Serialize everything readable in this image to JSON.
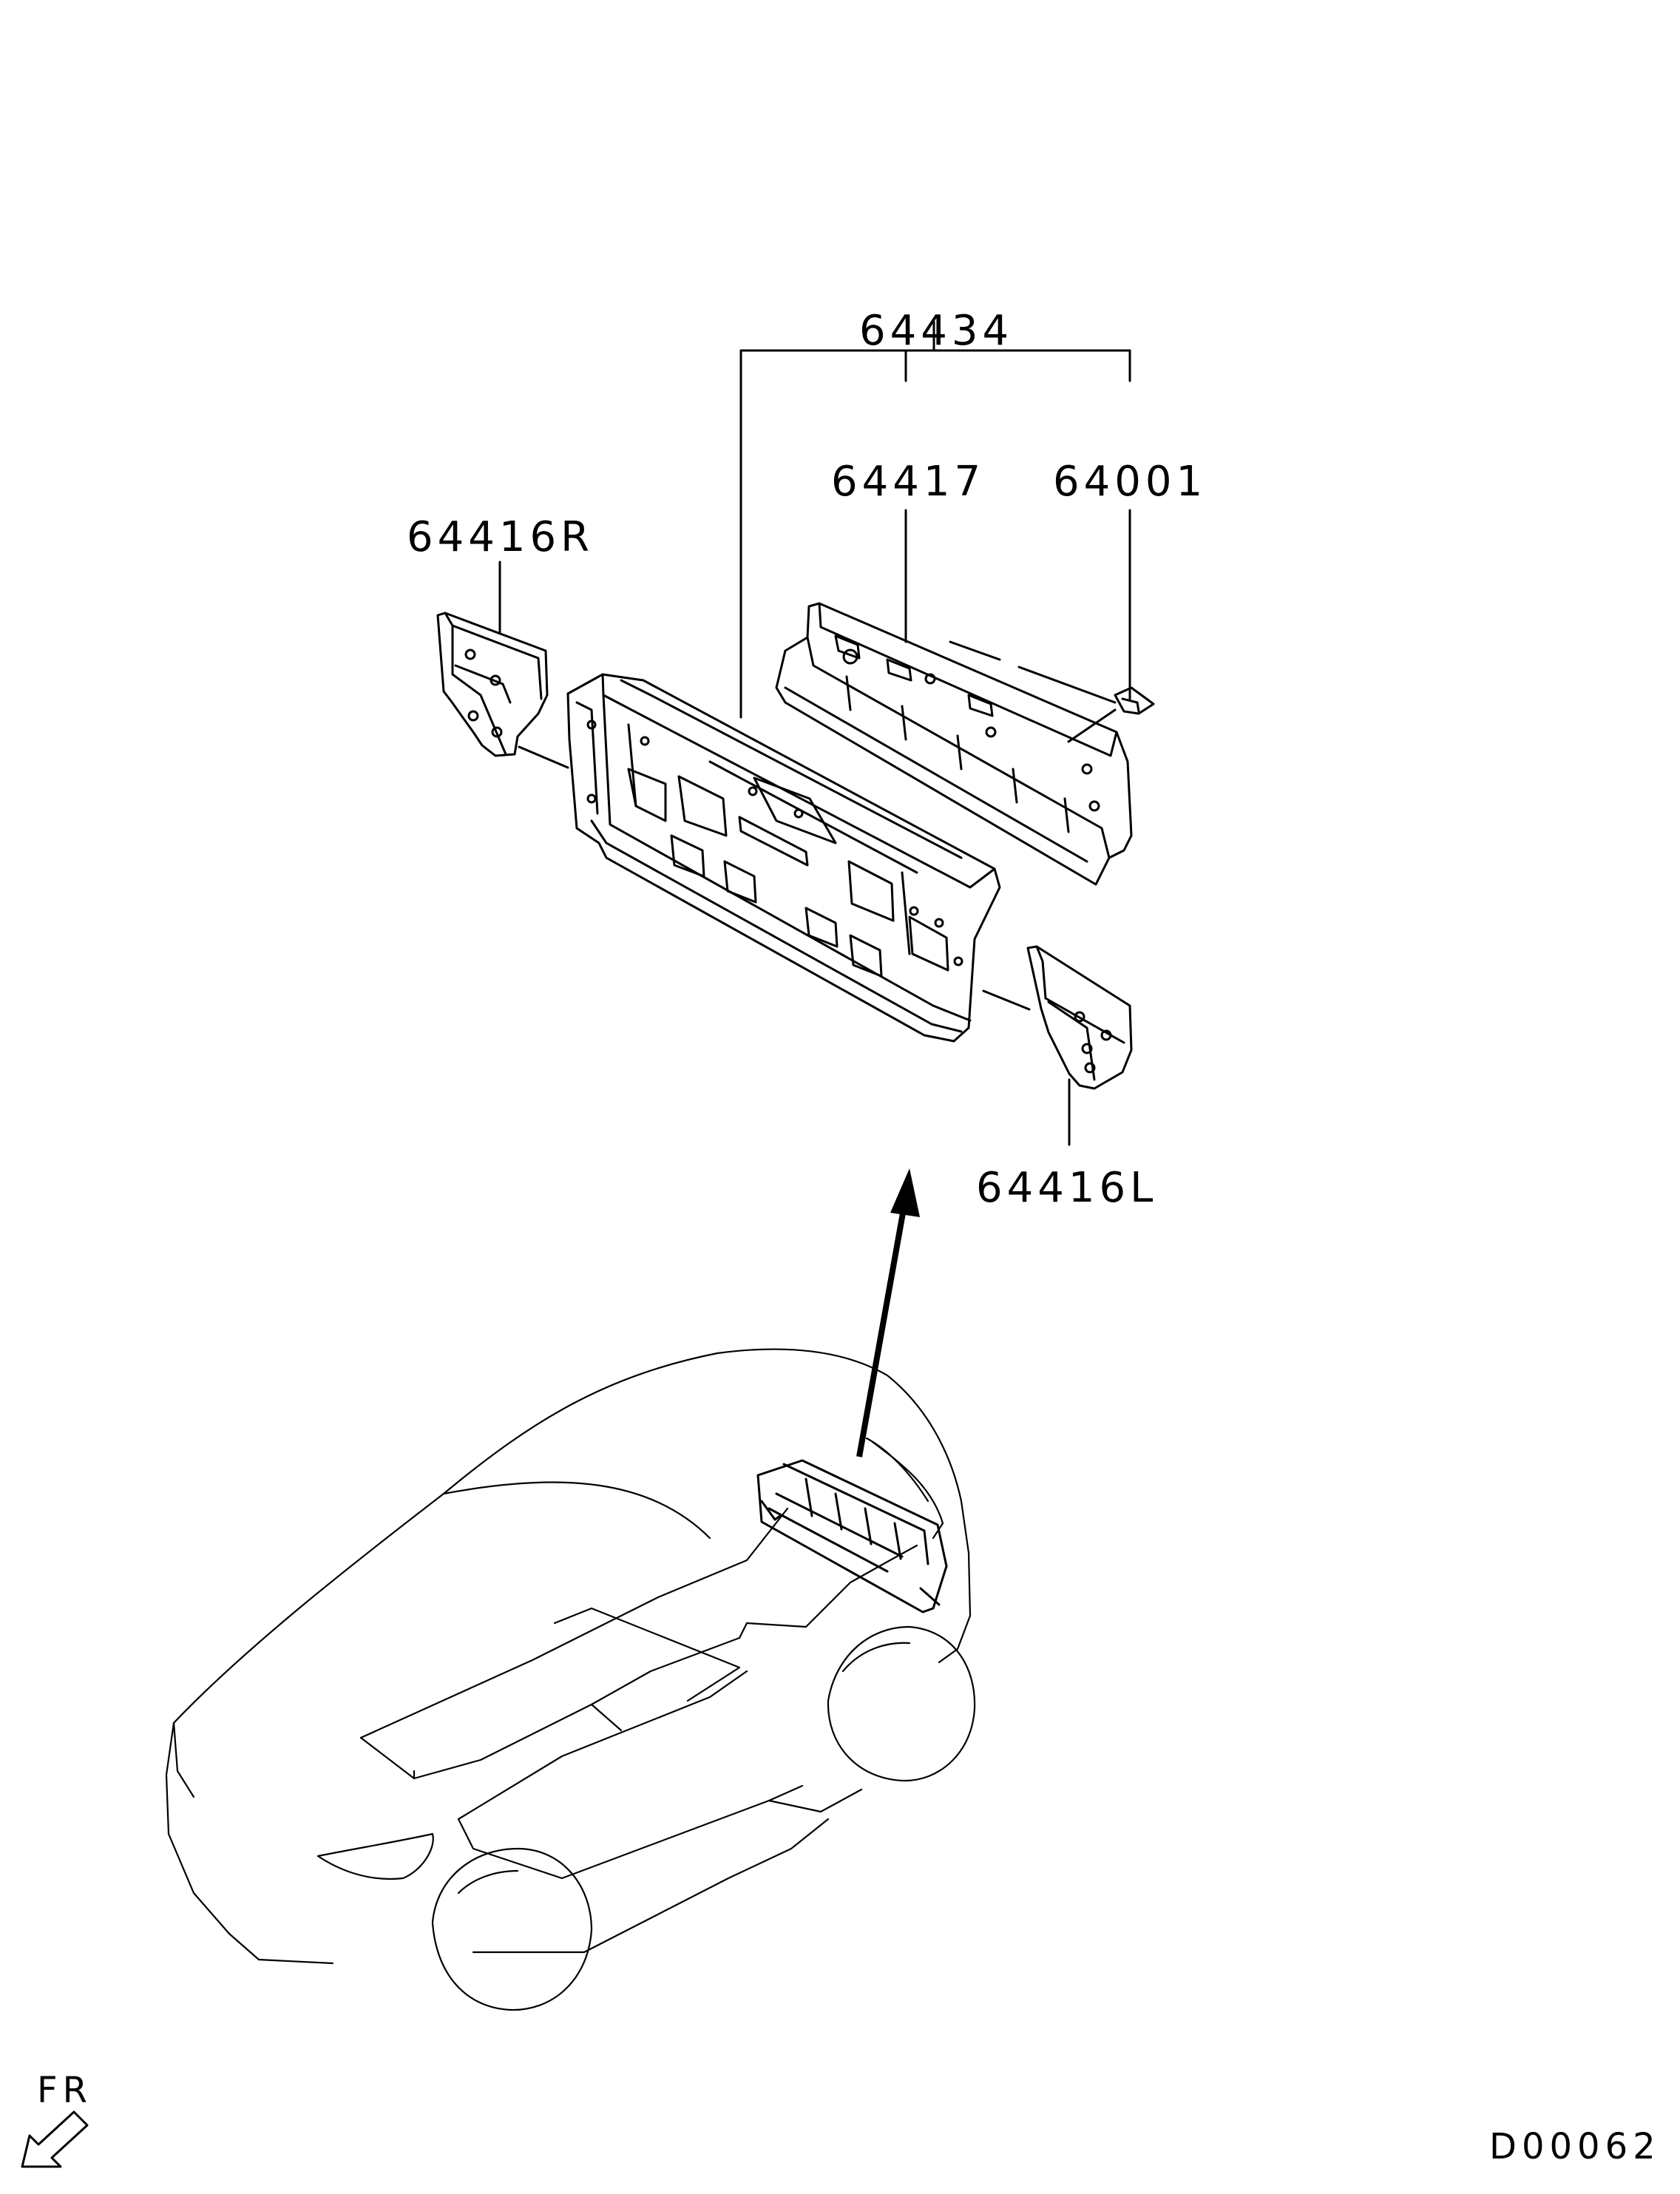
{
  "parts": {
    "assembly": "64434",
    "inner_panel": "64417",
    "clip": "64001",
    "bracket_right": "64416R",
    "bracket_left": "64416L"
  },
  "direction_label": "FR",
  "drawing_code": "D00062"
}
